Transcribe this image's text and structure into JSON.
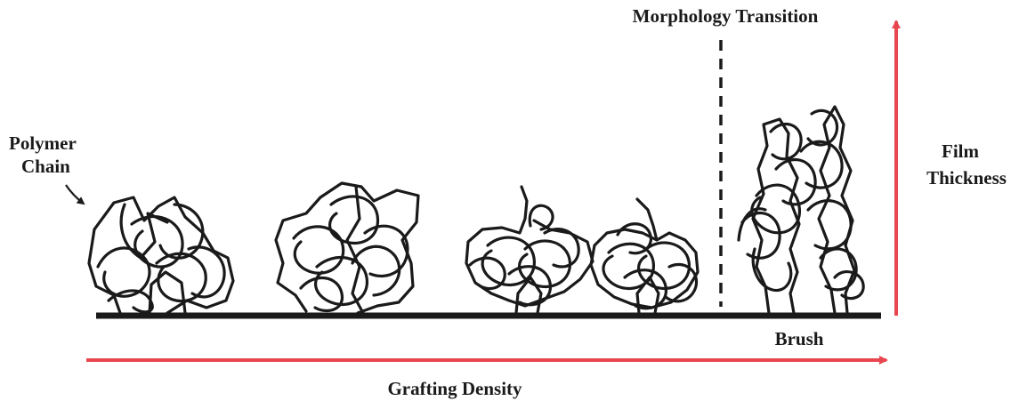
{
  "labels": {
    "morphology_transition": "Morphology Transition",
    "polymer_chain_line1": "Polymer",
    "polymer_chain_line2": "Chain",
    "film_thickness_line1": "Film",
    "film_thickness_line2": "Thickness",
    "brush": "Brush",
    "grafting_density": "Grafting Density"
  },
  "colors": {
    "arrow": "#e8474f",
    "ink": "#1a1a1a",
    "substrate": "#1a1a1a",
    "background": "#ffffff"
  }
}
